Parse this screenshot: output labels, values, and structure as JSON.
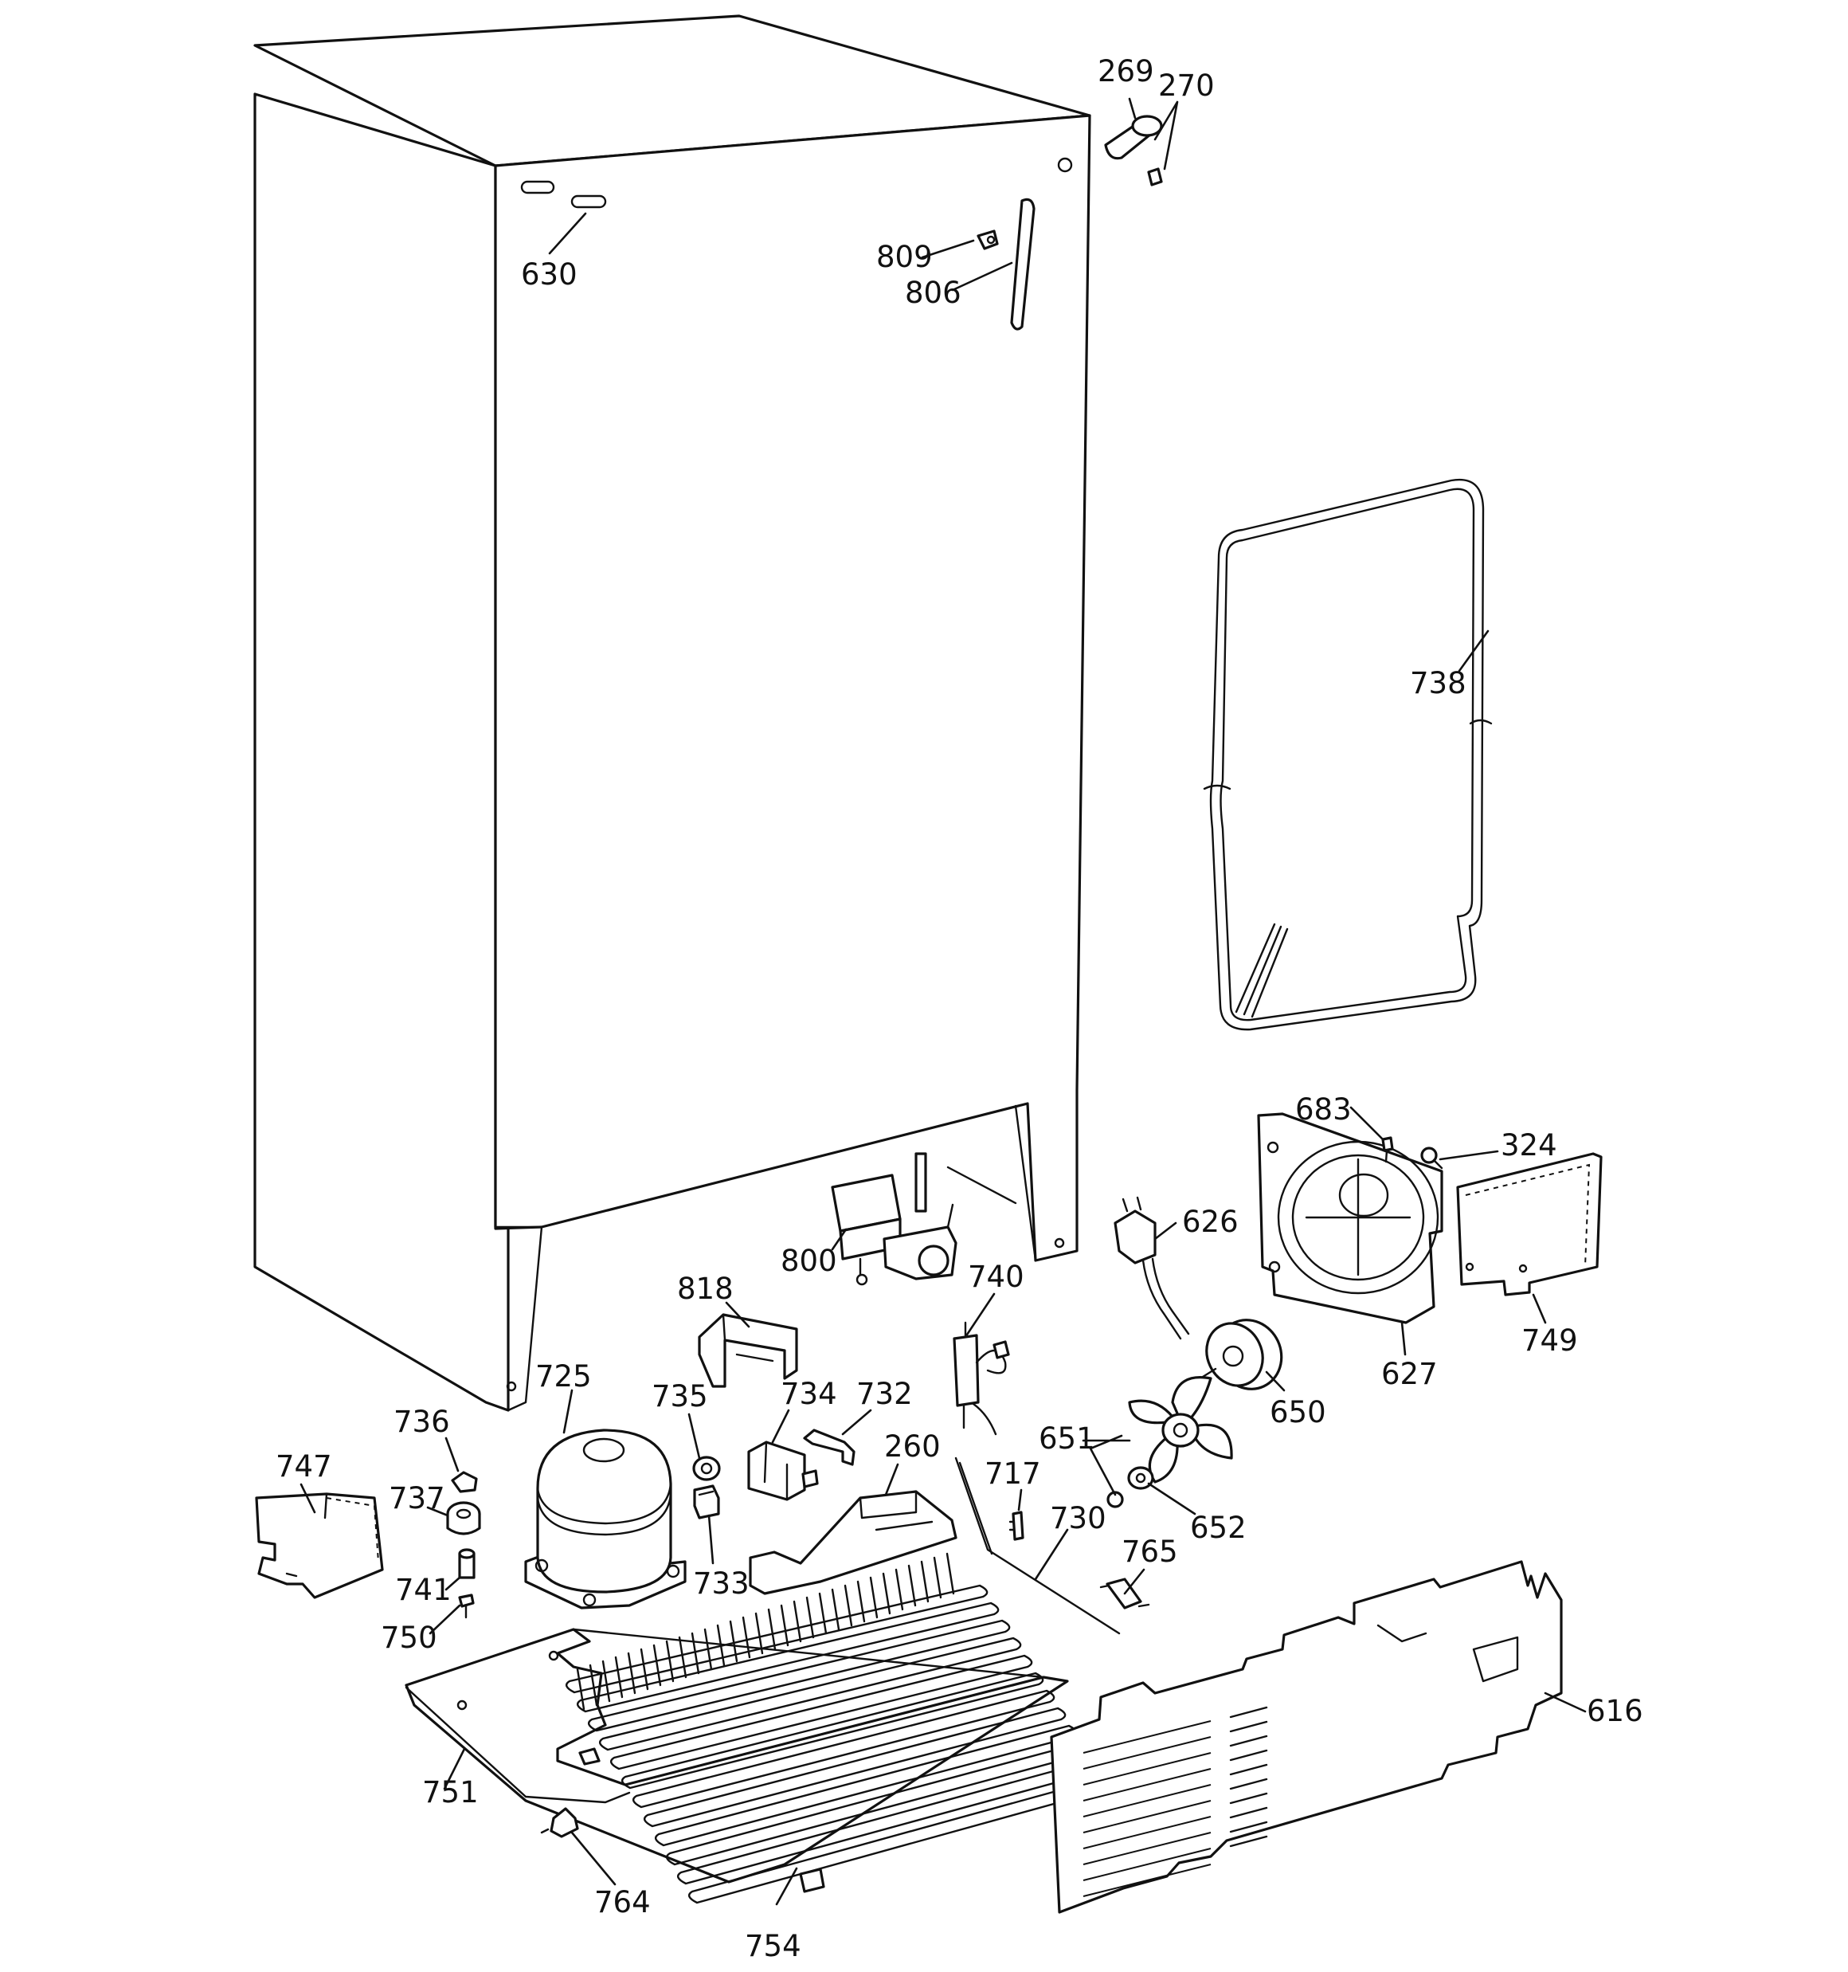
{
  "parts": [
    {
      "id": "269"
    },
    {
      "id": "270"
    },
    {
      "id": "630"
    },
    {
      "id": "809"
    },
    {
      "id": "806"
    },
    {
      "id": "738"
    },
    {
      "id": "683"
    },
    {
      "id": "324"
    },
    {
      "id": "626"
    },
    {
      "id": "800"
    },
    {
      "id": "818"
    },
    {
      "id": "740"
    },
    {
      "id": "749"
    },
    {
      "id": "627"
    },
    {
      "id": "650"
    },
    {
      "id": "725"
    },
    {
      "id": "735"
    },
    {
      "id": "734"
    },
    {
      "id": "732"
    },
    {
      "id": "736"
    },
    {
      "id": "651"
    },
    {
      "id": "260"
    },
    {
      "id": "717"
    },
    {
      "id": "747"
    },
    {
      "id": "737"
    },
    {
      "id": "730"
    },
    {
      "id": "652"
    },
    {
      "id": "733"
    },
    {
      "id": "765"
    },
    {
      "id": "741"
    },
    {
      "id": "750"
    },
    {
      "id": "616"
    },
    {
      "id": "751"
    },
    {
      "id": "764"
    },
    {
      "id": "754"
    }
  ]
}
